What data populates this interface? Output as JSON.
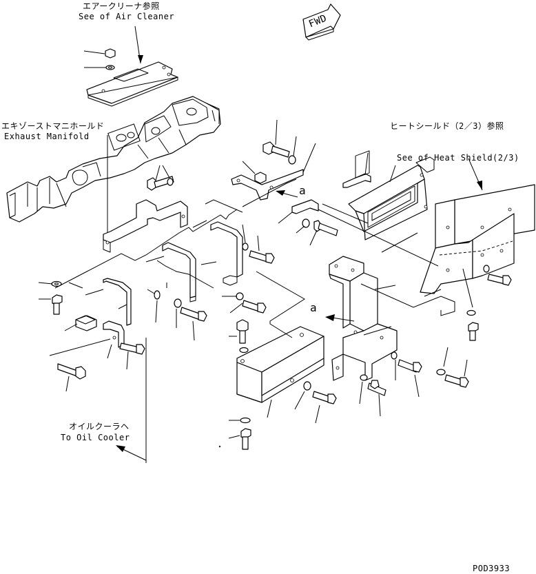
{
  "callouts": {
    "air_cleaner_jp": "エアークリーナ参照",
    "air_cleaner_en": "See of Air Cleaner",
    "exhaust_manifold_jp": "エキゾーストマニホールド",
    "exhaust_manifold_en": "Exhaust Manifold",
    "heat_shield_jp": "ヒートシールド（2／3）参照",
    "heat_shield_en": "See of Heat Shield(2/3)",
    "oil_cooler_jp": "オイルクーラヘ",
    "oil_cooler_en": "To Oil Cooler"
  },
  "fwd_label": "FWD",
  "ref_mark_1": "a",
  "ref_mark_2": "a",
  "drawing_number": "POD3933"
}
